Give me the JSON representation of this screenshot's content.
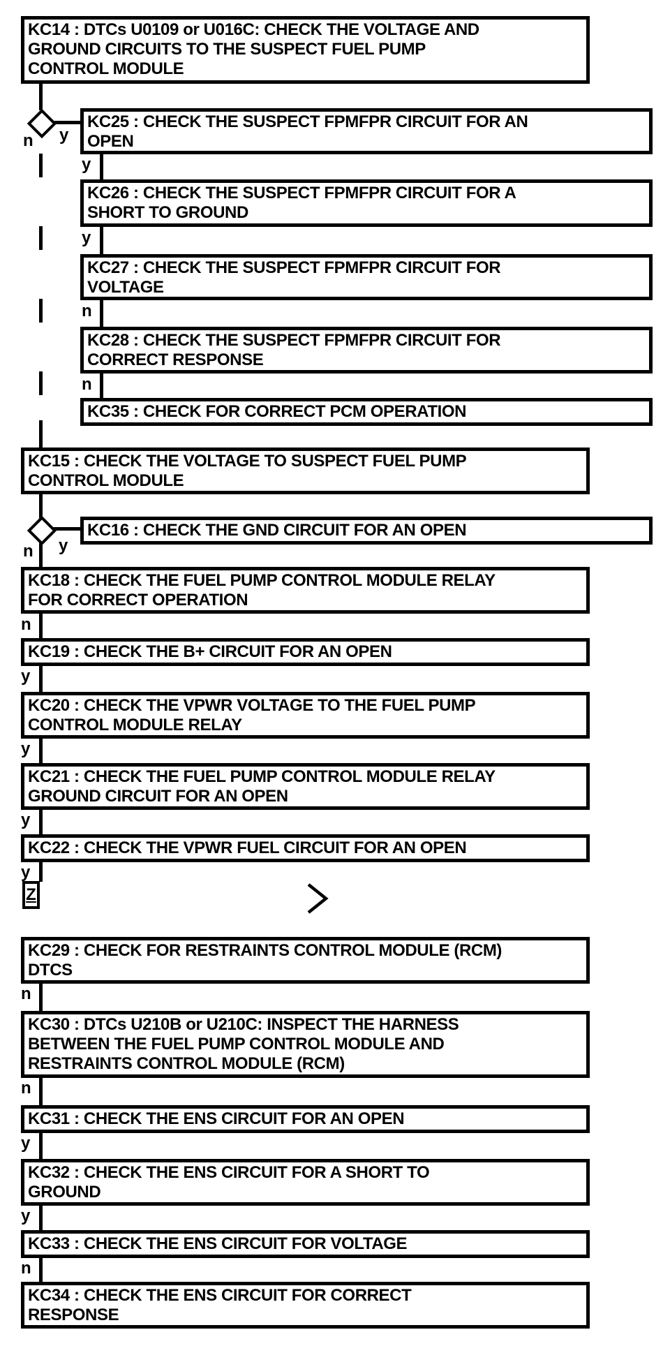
{
  "colors": {
    "ink": "#000000",
    "background": "#ffffff"
  },
  "nodes": {
    "kc14": {
      "lines": [
        "KC14 : DTCs U0109 or U016C: CHECK THE VOLTAGE AND",
        "GROUND CIRCUITS TO THE SUSPECT FUEL PUMP",
        "CONTROL MODULE"
      ]
    },
    "kc25": {
      "lines": [
        "KC25 : CHECK THE SUSPECT FPMFPR CIRCUIT FOR AN",
        "OPEN"
      ]
    },
    "kc26": {
      "lines": [
        "KC26 : CHECK THE SUSPECT FPMFPR CIRCUIT FOR A",
        "SHORT TO GROUND"
      ]
    },
    "kc27": {
      "lines": [
        "KC27 : CHECK THE SUSPECT FPMFPR CIRCUIT FOR",
        "VOLTAGE"
      ]
    },
    "kc28": {
      "lines": [
        "KC28 : CHECK THE SUSPECT FPMFPR CIRCUIT FOR",
        "CORRECT RESPONSE"
      ]
    },
    "kc35": {
      "lines": [
        "KC35 : CHECK FOR CORRECT PCM OPERATION"
      ]
    },
    "kc15": {
      "lines": [
        "KC15 : CHECK THE VOLTAGE TO SUSPECT FUEL PUMP",
        "CONTROL MODULE"
      ]
    },
    "kc16": {
      "lines": [
        "KC16 : CHECK THE GND CIRCUIT FOR AN OPEN"
      ]
    },
    "kc18": {
      "lines": [
        "KC18 : CHECK THE FUEL PUMP CONTROL MODULE RELAY",
        "FOR CORRECT OPERATION"
      ]
    },
    "kc19": {
      "lines": [
        "KC19 : CHECK THE B+ CIRCUIT FOR AN OPEN"
      ]
    },
    "kc20": {
      "lines": [
        "KC20 : CHECK THE VPWR VOLTAGE TO THE FUEL PUMP",
        "CONTROL MODULE RELAY"
      ]
    },
    "kc21": {
      "lines": [
        "KC21 : CHECK THE FUEL PUMP CONTROL MODULE RELAY",
        "GROUND CIRCUIT FOR AN OPEN"
      ]
    },
    "kc22": {
      "lines": [
        "KC22 : CHECK THE VPWR FUEL CIRCUIT FOR AN OPEN"
      ]
    },
    "kc29": {
      "lines": [
        "KC29 : CHECK FOR RESTRAINTS CONTROL MODULE (RCM)",
        "DTCS"
      ]
    },
    "kc30": {
      "lines": [
        "KC30 : DTCs U210B or U210C: INSPECT THE HARNESS",
        "BETWEEN THE FUEL PUMP CONTROL MODULE AND",
        "RESTRAINTS CONTROL MODULE (RCM)"
      ]
    },
    "kc31": {
      "lines": [
        "KC31 : CHECK THE ENS CIRCUIT FOR AN OPEN"
      ]
    },
    "kc32": {
      "lines": [
        "KC32 : CHECK THE ENS CIRCUIT FOR A SHORT TO",
        "GROUND"
      ]
    },
    "kc33": {
      "lines": [
        "KC33 : CHECK THE ENS CIRCUIT FOR VOLTAGE"
      ]
    },
    "kc34": {
      "lines": [
        "KC34 : CHECK THE ENS CIRCUIT FOR CORRECT",
        "RESPONSE"
      ]
    }
  },
  "branch_labels": {
    "d1_no": "n",
    "d1_yes": "y",
    "kc25_out": "y",
    "kc26_out": "y",
    "kc27_out": "n",
    "kc28_out": "n",
    "d2_no": "n",
    "d2_yes": "y",
    "kc18_out": "n",
    "kc19_out": "y",
    "kc20_out": "y",
    "kc21_out": "y",
    "kc22_out": "y",
    "kc29_out": "n",
    "kc30_out": "n",
    "kc31_out": "y",
    "kc32_out": "y",
    "kc33_out": "n"
  },
  "offpage_connector": {
    "label": "Z"
  }
}
